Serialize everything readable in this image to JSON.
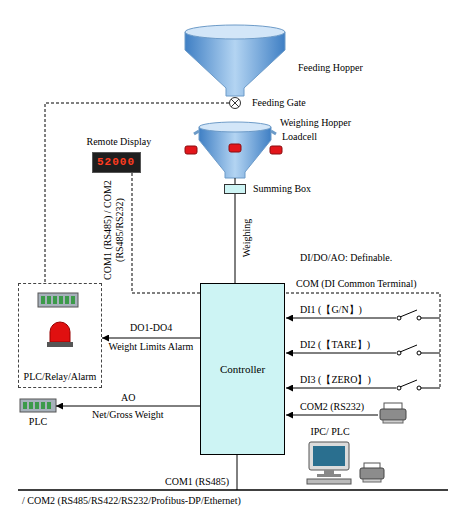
{
  "diagram": {
    "nodes": [
      {
        "text": [
          "Feeding Gate"
        ]
      },
      {
        "text": [
          "Remote Display",
          "52000"
        ]
      },
      {
        "text": [
          "Summing Box"
        ]
      },
      {
        "text": [
          "PLC/Relay/Alarm"
        ]
      },
      {
        "text": [
          "Controller"
        ]
      },
      {
        "text": [
          "PLC"
        ]
      },
      {
        "text": [
          "IPC/ PLC"
        ]
      }
    ],
    "edges": [
      {
        "from": 0,
        "to": 3,
        "arrow": "none"
      },
      {
        "from": 1,
        "to": 4,
        "label": "COM1 (RS485) / COM2 (RS485/RS232)",
        "arrow": "none"
      },
      {
        "from": 2,
        "to": 4,
        "label": "Weighing",
        "arrow": "none"
      },
      {
        "from": 4,
        "to": 3,
        "label": "DO1-DO4",
        "arrow": "to"
      },
      {
        "from": 4,
        "to": 5,
        "label": "AO",
        "arrow": "to"
      }
    ],
    "labels": [
      "Feeding Hopper",
      "Weighing Hopper",
      "Loadcell",
      "DI/DO/AO: Definable.",
      "COM (DI Common Terminal)",
      "DI1 (【G/N】)",
      "DI2 (【TARE】)",
      "DI3 (【ZERO】)",
      "COM2 (RS232)",
      "Weight Limits Alarm",
      "Net/Gross Weight",
      "COM1 (RS485)",
      "/ COM2 (RS485/RS422/RS232/Profibus-DP/Ethernet)"
    ]
  }
}
